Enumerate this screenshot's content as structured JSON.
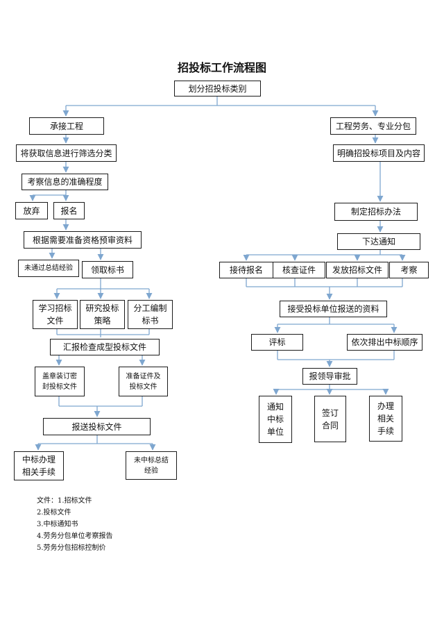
{
  "title": "招投标工作流程图",
  "nodes": {
    "root": "划分招投标类别",
    "l_undertake": "承接工程",
    "l_screen": "将获取信息进行筛选分类",
    "l_assess": "考察信息的准确程度",
    "l_giveup": "放弃",
    "l_signup": "报名",
    "l_prequal": "根据需要准备资格预审资料",
    "l_fail_summary": "未通过总结经验",
    "l_get_docs": "领取标书",
    "l_study": "学习招标\n文件",
    "l_strategy": "研究投标\n策略",
    "l_divide": "分工编制\n标书",
    "l_report_check": "汇报检查成型投标文件",
    "l_seal": "盖章装订密\n封投标文件",
    "l_prepare_cert": "准备证件及\n投标文件",
    "l_submit": "报送投标文件",
    "l_win": "中标办理\n相关手续",
    "l_lose": "未中标总结\n经验",
    "r_labor": "工程劳务、专业分包",
    "r_clarify": "明确招投标项目及内容",
    "r_method": "制定招标办法",
    "r_notify": "下达通知",
    "r_reception": "接待报名",
    "r_verify": "核查证件",
    "r_issue": "发放招标文件",
    "r_inspect": "考察",
    "r_receive": "接受投标单位报送的资料",
    "r_evaluate": "评标",
    "r_rank": "依次排出中标顺序",
    "r_approve": "报领导审批",
    "r_notify_winner": "通知\n中标\n单位",
    "r_sign": "签订\n合同",
    "r_handle": "办理\n相关\n手续"
  },
  "notes": [
    "文件：1.招标文件",
    "2.投标文件",
    "3.中标通知书",
    "4.劳务分包单位考察报告",
    "5.劳务分包招标控制价"
  ],
  "colors": {
    "arrow": "#7ea6cf",
    "border": "#1a1a1a"
  }
}
